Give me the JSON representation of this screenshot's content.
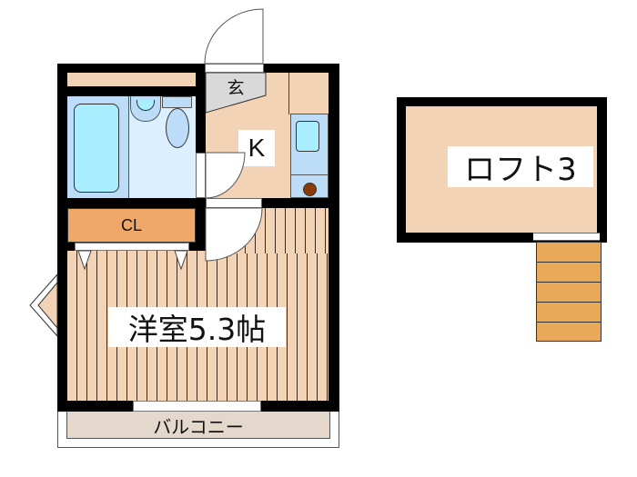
{
  "floorplan": {
    "rooms": {
      "entrance": {
        "label": "玄"
      },
      "kitchen": {
        "label": "K"
      },
      "closet": {
        "label": "CL"
      },
      "western_room": {
        "label": "洋室5.3帖"
      },
      "balcony": {
        "label": "バルコニー"
      },
      "loft": {
        "label": "ロフト3"
      }
    },
    "colors": {
      "wall": "#000000",
      "floor": "#f2d3b6",
      "closet": "#f0a868",
      "bath_light": "#dcefff",
      "bath_mid": "#bcdcf8",
      "tub": "#a8eeff",
      "entrance": "#d9d9d9",
      "balcony": "#e4d8cc",
      "stairs": "#e8a95a",
      "appliance_dot": "#8b3a0a"
    }
  }
}
